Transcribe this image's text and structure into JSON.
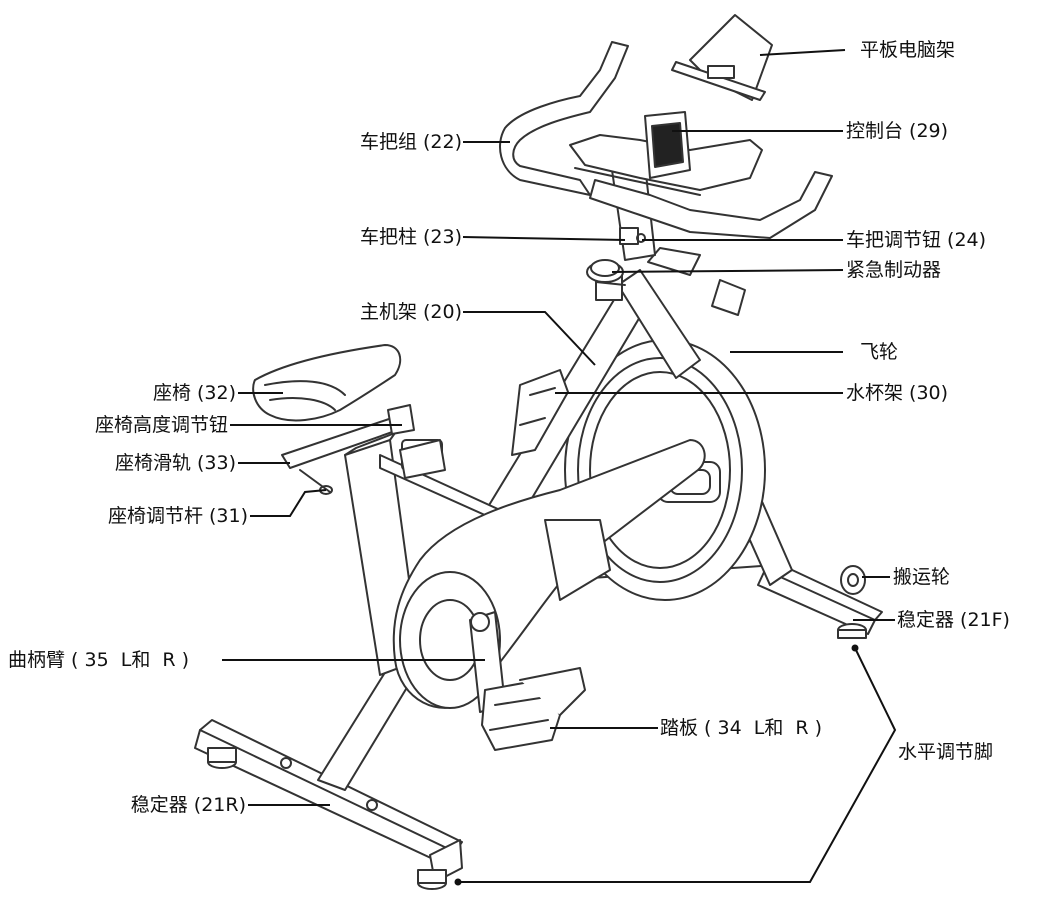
{
  "colors": {
    "ink": "#111111",
    "outline": "#333333",
    "background": "#ffffff"
  },
  "labels": {
    "tablet_holder": "平板电脑架",
    "handlebar": "车把组 (22)",
    "console": "控制台 (29)",
    "handlebar_post": "车把柱 (23)",
    "handlebar_knob": "车把调节钮 (24)",
    "emergency_brake": "紧急制动器",
    "main_frame": "主机架 (20)",
    "flywheel": "飞轮",
    "seat": "座椅 (32)",
    "bottle_holder": "水杯架 (30)",
    "seat_height_knob": "座椅高度调节钮",
    "seat_slide": "座椅滑轨 (33)",
    "seat_lever": "座椅调节杆 (31)",
    "transport_wheel": "搬运轮",
    "front_stabilizer": "稳定器 (21F)",
    "crank_arm": "曲柄臂 ( 35  L和  R )",
    "pedal": "踏板 ( 34  L和  R )",
    "leveling_foot": "水平调节脚",
    "rear_stabilizer": "稳定器 (21R)"
  }
}
